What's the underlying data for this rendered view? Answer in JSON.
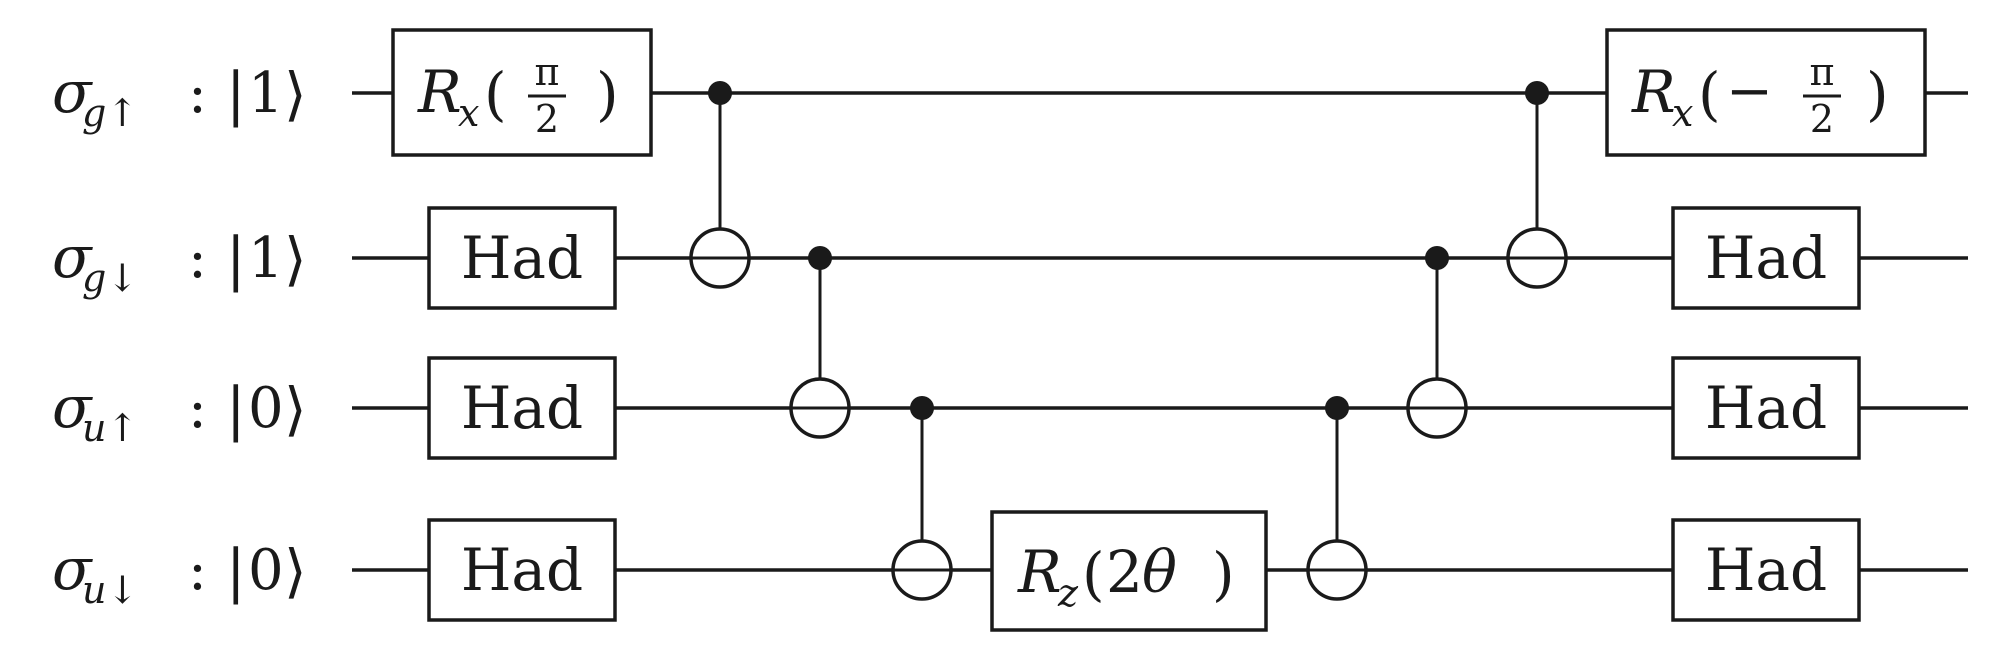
{
  "qubits": [
    {
      "name_sub": "g↑",
      "state": "1"
    },
    {
      "name_sub": "g↓",
      "state": "1"
    },
    {
      "name_sub": "u↑",
      "state": "0"
    },
    {
      "name_sub": "u↓",
      "state": "0"
    }
  ],
  "gates": {
    "rx_plus": {
      "base": "R",
      "sub": "x",
      "sign": "",
      "num": "π",
      "den": "2"
    },
    "rx_minus": {
      "base": "R",
      "sub": "x",
      "sign": "−",
      "num": "π",
      "den": "2"
    },
    "rz": {
      "base": "R",
      "sub": "z",
      "arg_num": "2",
      "arg_sym": "θ"
    },
    "had_label": "Had"
  },
  "text": {
    "sigma": "σ",
    "colon": ":",
    "ket_open": "|",
    "ket_close": "⟩",
    "paren_open": "(",
    "paren_close": ")"
  }
}
